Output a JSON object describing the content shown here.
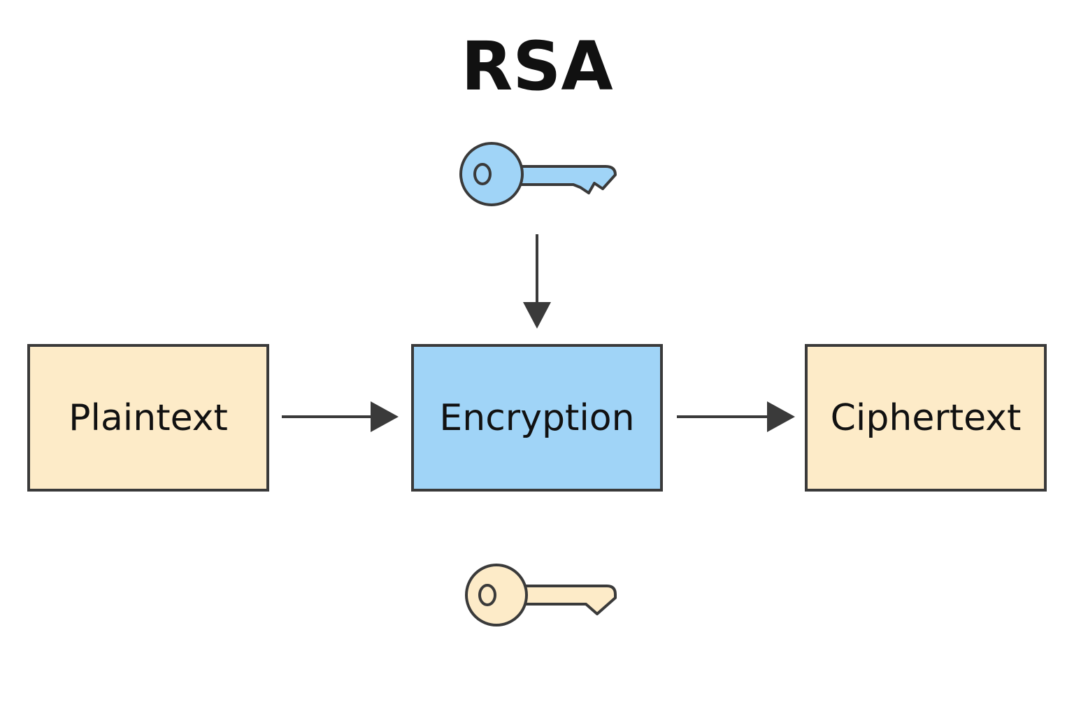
{
  "title": "RSA",
  "boxes": {
    "plaintext": "Plaintext",
    "encryption": "Encryption",
    "ciphertext": "Ciphertext"
  },
  "icons": {
    "top_key": "key-icon",
    "bottom_key": "key-icon"
  },
  "colors": {
    "blue": "#a0d4f7",
    "beige": "#fdebc8",
    "stroke": "#3a3a3a"
  }
}
